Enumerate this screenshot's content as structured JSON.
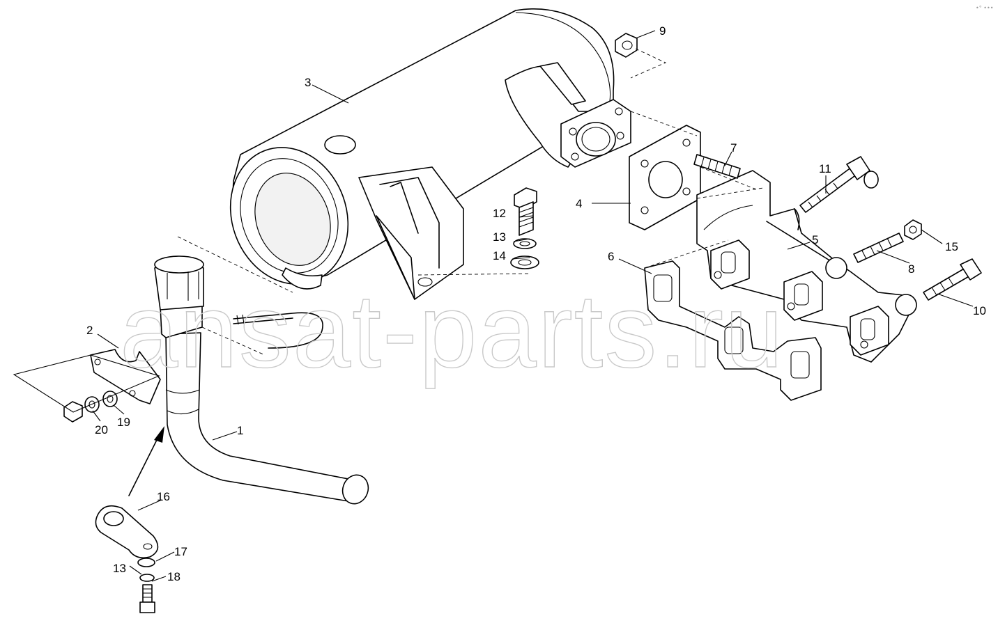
{
  "watermark": "ansat-parts.ru",
  "corner_mark": "•° •••",
  "callouts": {
    "c1": "1",
    "c2": "2",
    "c3": "3",
    "c4": "4",
    "c5": "5",
    "c6": "6",
    "c7": "7",
    "c8": "8",
    "c9": "9",
    "c10": "10",
    "c11": "11",
    "c12": "12",
    "c13a": "13",
    "c13b": "13",
    "c14": "14",
    "c15": "15",
    "c16": "16",
    "c17": "17",
    "c18": "18",
    "c19": "19",
    "c20": "20"
  }
}
